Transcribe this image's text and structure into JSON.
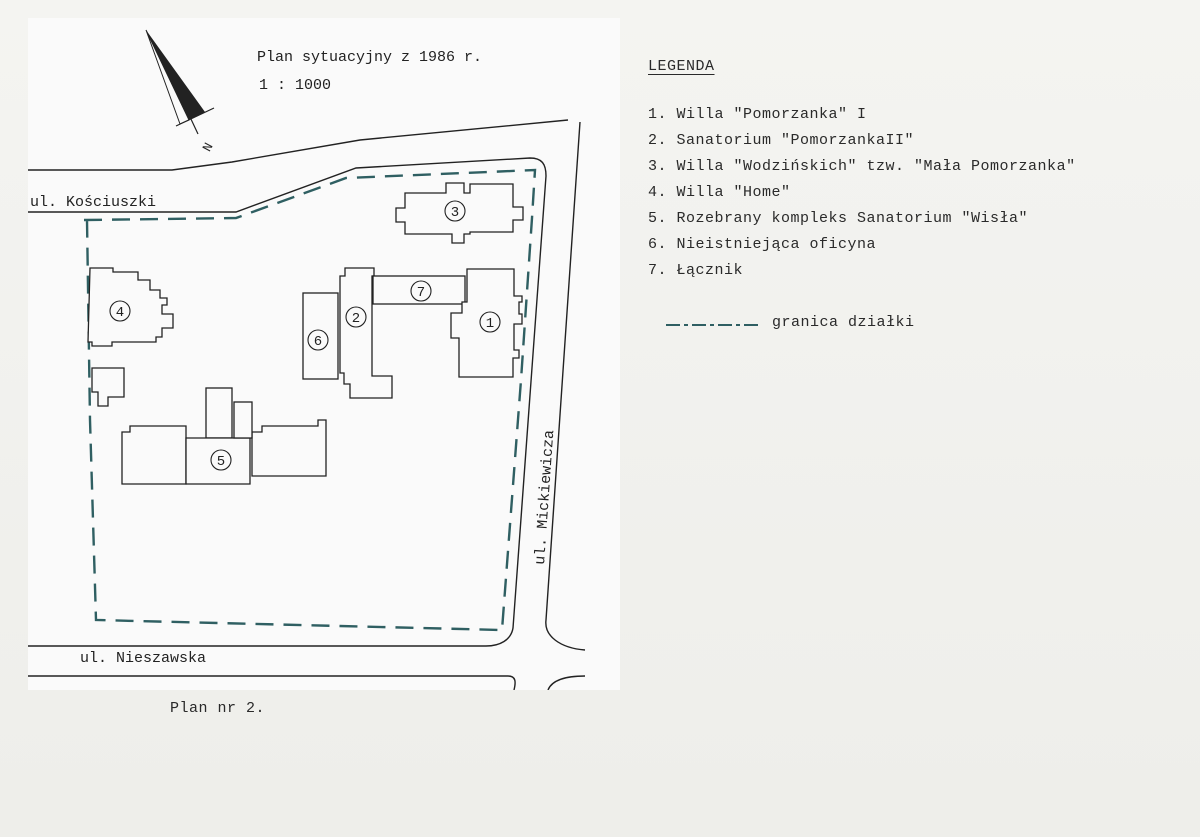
{
  "plan": {
    "title": "Plan sytuacyjny z 1986 r.",
    "scale": "1 : 1000",
    "north_label": "N",
    "caption": "Plan nr 2."
  },
  "streets": [
    {
      "id": "koscius",
      "label": "ul. Kościuszki"
    },
    {
      "id": "nieszaw",
      "label": "ul. Nieszawska"
    },
    {
      "id": "mickiew",
      "label": "ul. Mickiewicza"
    }
  ],
  "buildings": [
    {
      "id": "1",
      "label": "1"
    },
    {
      "id": "2",
      "label": "2"
    },
    {
      "id": "3",
      "label": "3"
    },
    {
      "id": "4",
      "label": "4"
    },
    {
      "id": "5",
      "label": "5"
    },
    {
      "id": "6",
      "label": "6"
    },
    {
      "id": "7",
      "label": "7"
    }
  ],
  "legend": {
    "title": "LEGENDA",
    "items": [
      "1. Willa \"Pomorzanka\" I",
      "2. Sanatorium \"PomorzankaII\"",
      "3. Willa \"Wodzińskich\" tzw. \"Mała Pomorzanka\"",
      "4. Willa \"Home\"",
      "5. Rozebrany kompleks Sanatorium \"Wisła\"",
      "6. Nieistniejąca oficyna",
      "7. Łącznik"
    ],
    "boundary_label": "granica działki"
  },
  "colors": {
    "paper": "#f2f2ef",
    "ink": "#2a2a2a",
    "boundary": "#2f5f62"
  }
}
